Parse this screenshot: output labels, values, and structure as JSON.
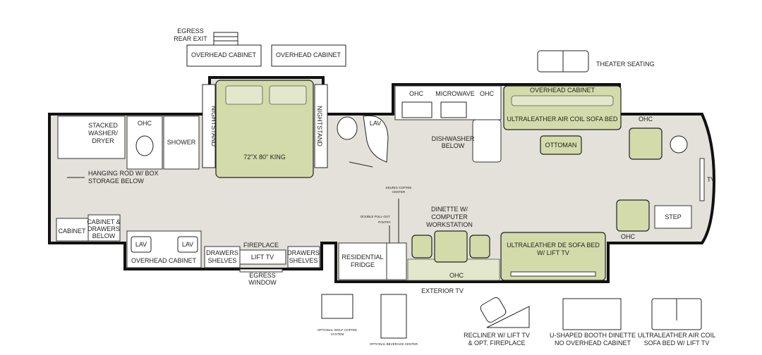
{
  "colors": {
    "floor": "#e4e1da",
    "furniture": "#d3dbaa",
    "wall": "#111111"
  },
  "top": {
    "egress_rear_exit": [
      "EGRESS",
      "REAR EXIT"
    ],
    "overhead_cabinet_left": "OVERHEAD CABINET",
    "overhead_cabinet_right": "OVERHEAD CABINET",
    "theater_seating": "THEATER SEATING"
  },
  "rooms": {
    "stacked_washer_dryer": [
      "STACKED",
      "WASHER/",
      "DRYER"
    ],
    "ohc_bath": "OHC",
    "shower": "SHOWER",
    "nightstand_left": "NIGHTSTAND",
    "nightstand_right": "NIGHTSTAND",
    "king_bed": "72\"X 80\" KING",
    "lav_top": "LAV",
    "hanging_rod": [
      "HANGING ROD W/ BOX",
      "STORAGE BELOW"
    ],
    "cabinet": "CABINET",
    "cabinet_drawers": [
      "CABINET &",
      "DRAWERS",
      "BELOW"
    ],
    "lav_left": "LAV",
    "lav_right": "LAV",
    "overhead_cabinet_bottom": "OVERHEAD CABINET",
    "drawers_shelves_left": [
      "DRAWERS",
      "SHELVES"
    ],
    "fireplace": "FIREPLACE",
    "lift_tv": "LIFT TV",
    "drawers_shelves_right": [
      "DRAWERS",
      "SHELVES"
    ],
    "egress_window": [
      "EGRESS",
      "WINDOW"
    ],
    "ohc_kitchen_left": "OHC",
    "microwave": "MICROWAVE",
    "ohc_kitchen_right": "OHC",
    "dishwasher": [
      "DISHWASHER",
      "BELOW"
    ],
    "overhead_cabinet_sofa": "OVERHEAD CABINET",
    "sofa_bed_top": "ULTRALEATHER AIR COIL SOFA BED",
    "ottoman": "OTTOMAN",
    "ohc_front_top": "OHC",
    "tv_front": "TV",
    "keurig": [
      "KEURIG COFFEE",
      "CENTER"
    ],
    "pantry": [
      "DOUBLE PULL-OUT",
      "PANTRY"
    ],
    "dinette": [
      "DINETTE W/",
      "COMPUTER",
      "WORKSTATION"
    ],
    "residential_fridge": [
      "RESIDENTIAL",
      "FRIDGE"
    ],
    "ohc_dinette": "OHC",
    "sofa_bed_bottom": [
      "ULTRALEATHER DE SOFA BED",
      "W/ LIFT TV"
    ],
    "step": "STEP",
    "ohc_front_bottom": "OHC",
    "exterior_tv": "EXTERIOR TV"
  },
  "options": [
    {
      "label": [
        "OPTIONAL WOLF COFFEE",
        "SYSTEM"
      ]
    },
    {
      "label": [
        "OPTIONAL BEVERAGE CENTER"
      ]
    },
    {
      "label": [
        "RECLINER W/ LIFT TV",
        "& OPT. FIREPLACE"
      ]
    },
    {
      "label": [
        "U-SHAPED BOOTH DINETTE",
        "NO OVERHEAD CABINET"
      ]
    },
    {
      "label": [
        "ULTRALEATHER AIR COIL",
        "SOFA BED W/ LIFT TV"
      ]
    }
  ]
}
